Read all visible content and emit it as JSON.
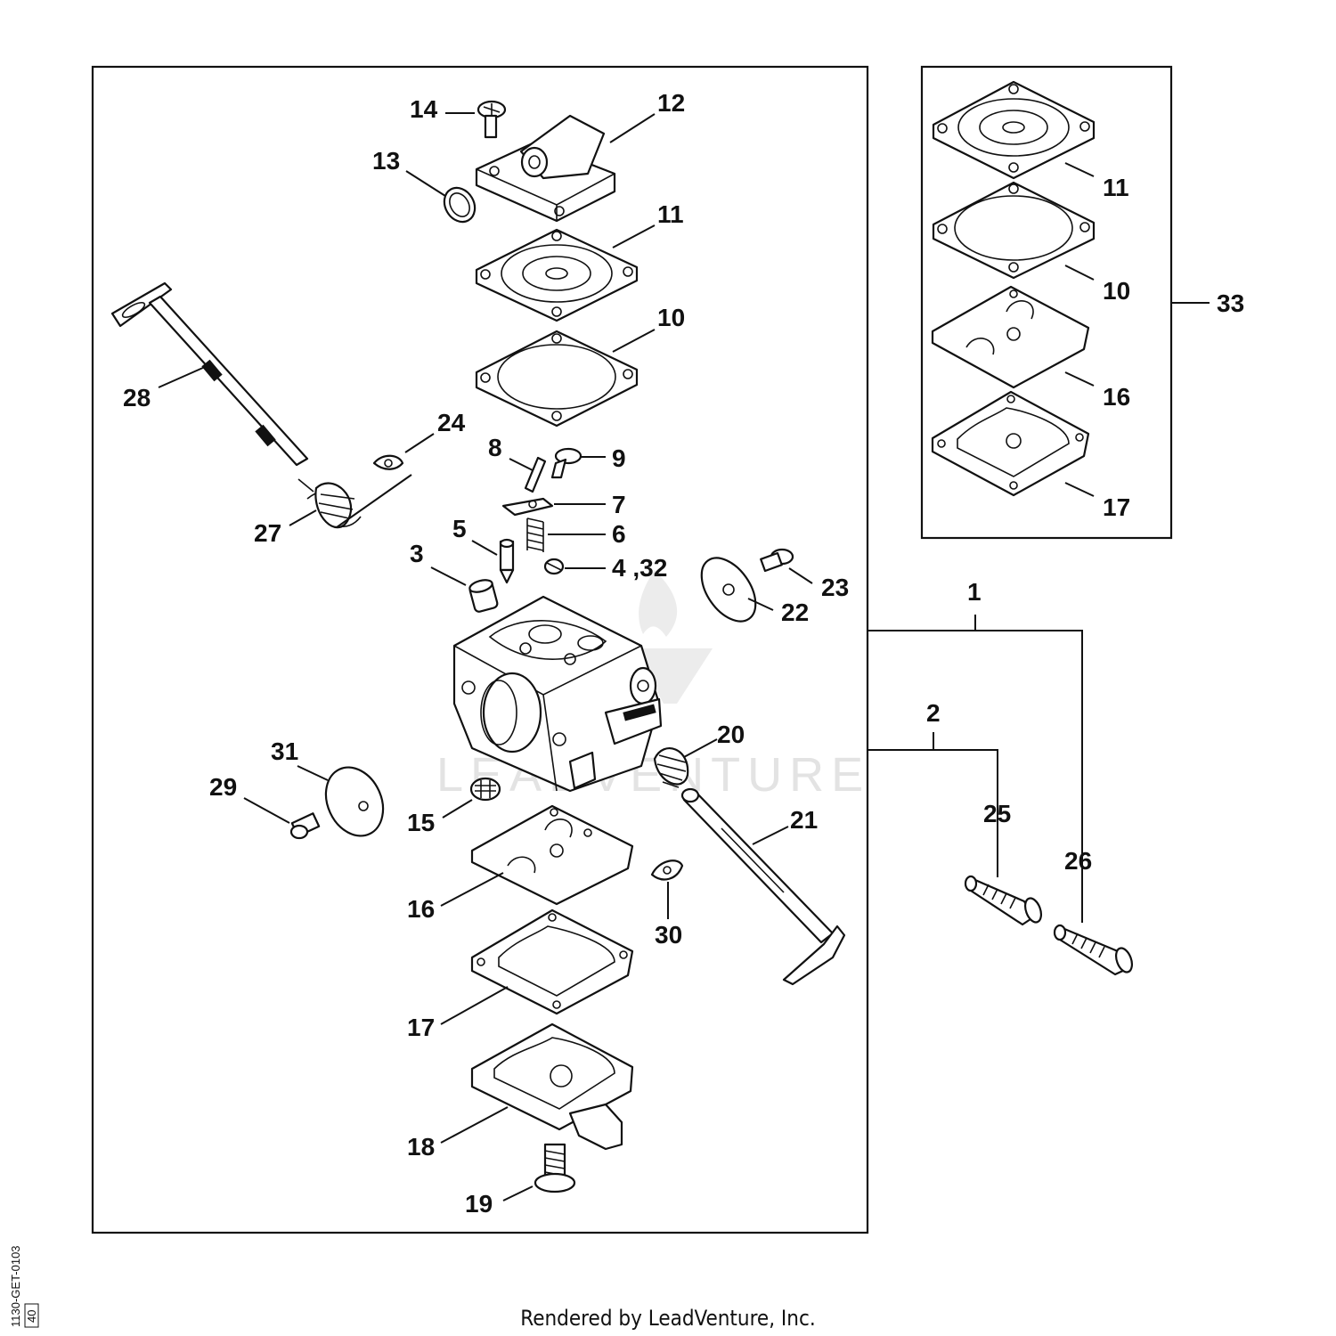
{
  "footer": {
    "rendered_by": "Rendered by LeadVenture, Inc."
  },
  "drawing_code": {
    "line1": "1130-GET-0103",
    "line2": "40"
  },
  "watermark": {
    "text": "LEADVENTURE"
  },
  "callouts": {
    "p1": "1",
    "p2": "2",
    "p3": "3",
    "p4": "4 ,32",
    "p5": "5",
    "p6": "6",
    "p7": "7",
    "p8": "8",
    "p9": "9",
    "p10": "10",
    "p11": "11",
    "p12": "12",
    "p13": "13",
    "p14": "14",
    "p15": "15",
    "p16": "16",
    "p17": "17",
    "p18": "18",
    "p19": "19",
    "p20": "20",
    "p21": "21",
    "p22": "22",
    "p23": "23",
    "p24": "24",
    "p25": "25",
    "p26": "26",
    "p27": "27",
    "p28": "28",
    "p29": "29",
    "p30": "30",
    "p31": "31",
    "p33": "33",
    "k10": "10",
    "k11": "11",
    "k16": "16",
    "k17": "17"
  }
}
